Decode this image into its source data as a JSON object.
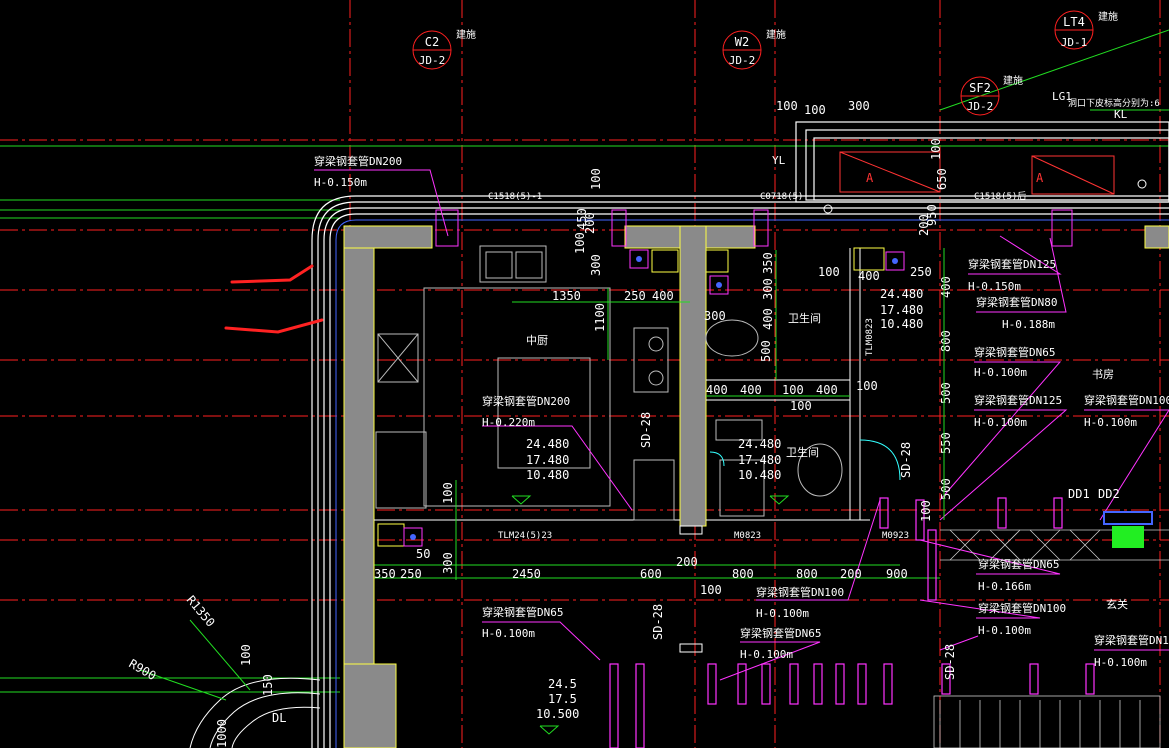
{
  "colors": {
    "background": "#000000",
    "axis": "#ff2020",
    "wall_outline": "#ffffff",
    "wall_fill": "#8a8a8a",
    "dimension": "#22dd22",
    "pipe_note": "#ff33ff",
    "equipment": "#ffff44",
    "fixture": "#bbbbbb",
    "water": "#33ffff",
    "room_text": "#ffffff",
    "blue": "#4466ff",
    "hatch_green": "#22ee22",
    "markup": "#ff2222"
  },
  "axis_bubbles": [
    {
      "id": "C2",
      "sub": "JD-2",
      "note": "建施"
    },
    {
      "id": "W2",
      "sub": "JD-2",
      "note": "建施"
    },
    {
      "id": "SF2",
      "sub": "JD-2",
      "note": "建施"
    },
    {
      "id": "LT4",
      "sub": "JD-1",
      "note": "建施"
    }
  ],
  "top_note": "LG1",
  "top_note2": "洞口下皮标高分别为:6",
  "top_note3": "KL",
  "yl_label": "YL",
  "pipe_notes": [
    {
      "text": "穿梁钢套管DN200",
      "elev": "H-0.150m"
    },
    {
      "text": "穿梁钢套管DN200",
      "elev": "H-0.220m"
    },
    {
      "text": "穿梁钢套管DN125",
      "elev": "H-0.150m"
    },
    {
      "text": "穿梁钢套管DN80",
      "elev": "H-0.188m"
    },
    {
      "text": "穿梁钢套管DN65",
      "elev": "H-0.100m"
    },
    {
      "text": "穿梁钢套管DN125",
      "elev": "H-0.100m"
    },
    {
      "text": "穿梁钢套管DN100",
      "elev": "H-0.100m"
    },
    {
      "text": "穿梁钢套管DN65",
      "elev": "H-0.166m"
    },
    {
      "text": "穿梁钢套管DN100",
      "elev": "H-0.100m"
    },
    {
      "text": "穿梁钢套管DN65",
      "elev": "H-0.100m"
    },
    {
      "text": "穿梁钢套管DN100",
      "elev": "H-0.100m"
    },
    {
      "text": "穿梁钢套管DN65",
      "elev": "H-0.100m"
    },
    {
      "text": "穿梁钢套管DN1",
      "elev": "H-0.100m"
    }
  ],
  "rooms": {
    "kitchen": "中厨",
    "bath1": "卫生间",
    "bath2": "卫生间",
    "study": "书房",
    "hall": "玄关"
  },
  "level_stacks": [
    [
      "24.480",
      "17.480",
      "10.480"
    ],
    [
      "24.480",
      "17.480",
      "10.480"
    ],
    [
      "24.480",
      "17.480",
      "10.480"
    ],
    [
      "24.5",
      "17.5",
      "10.500"
    ]
  ],
  "window_tags": [
    "C1518(5)-1",
    "C0718(5)",
    "C1518(5)后"
  ],
  "door_tags": [
    "TLM24(5)23",
    "M0823",
    "M0923",
    "TLM0823"
  ],
  "drain_tags": [
    "SD-28",
    "SD-28",
    "SD-28",
    "SD-28"
  ],
  "misc_tags": {
    "dd1": "DD1",
    "dd2": "DD2",
    "dl": "DL",
    "r1350": "R1350",
    "r900": "R900"
  },
  "dims": {
    "d100a": "100",
    "d300a": "300",
    "d100b": "100",
    "d100c": "100",
    "d650": "650",
    "d950": "950",
    "d200a": "200",
    "d100d": "100",
    "d450": "450",
    "d100e": "100",
    "d200b": "200",
    "d300b": "300",
    "d1350": "1350",
    "d250a": "250",
    "d400a": "400",
    "d1100": "1100",
    "d300c": "300",
    "d350a": "350",
    "d300d": "300",
    "d400b": "400",
    "d500a": "500",
    "d400c": "400",
    "d400d": "400",
    "d100f": "100",
    "d400e": "400",
    "d250b": "250",
    "d100g": "100",
    "d100h": "100",
    "d400f": "400",
    "d400g": "400",
    "d800a": "800",
    "d500b": "500",
    "d550": "550",
    "d500c": "500",
    "d100i": "100",
    "d100j": "100",
    "d100k": "100",
    "d50": "50",
    "d300e": "300",
    "d350b": "350",
    "d250c": "250",
    "d2450": "2450",
    "d600": "600",
    "d200c": "200",
    "d100l": "100",
    "d800b": "800",
    "d800c": "800",
    "d200d": "200",
    "d900": "900",
    "d100m": "100",
    "d150": "150",
    "d1000": "1000"
  }
}
